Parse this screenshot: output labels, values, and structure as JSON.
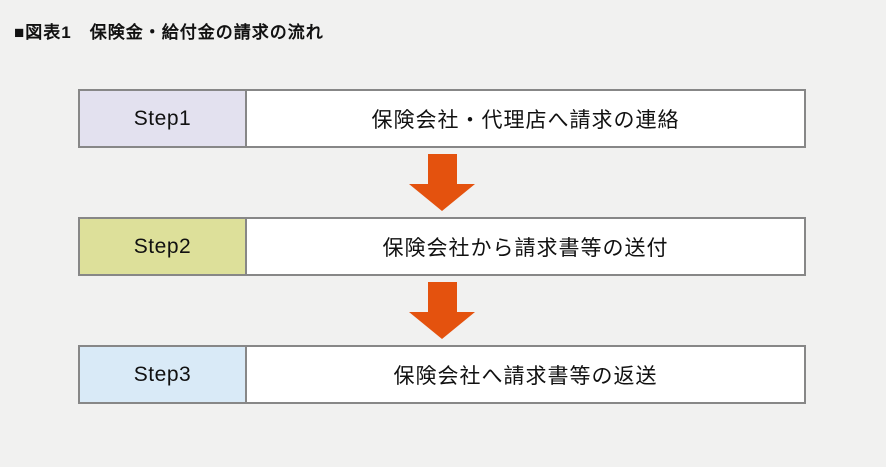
{
  "title": "■図表1　保険金・給付金の請求の流れ",
  "steps": [
    {
      "label": "Step1",
      "text": "保険会社・代理店へ請求の連絡",
      "label_bg": "#e3e1ef"
    },
    {
      "label": "Step2",
      "text": "保険会社から請求書等の送付",
      "label_bg": "#dde09a"
    },
    {
      "label": "Step3",
      "text": "保険会社へ請求書等の返送",
      "label_bg": "#d9eaf7"
    }
  ],
  "colors": {
    "arrow": "#e4520e",
    "border": "#878787",
    "page_bg": "#f1f1f0",
    "row_bg": "#ffffff"
  }
}
